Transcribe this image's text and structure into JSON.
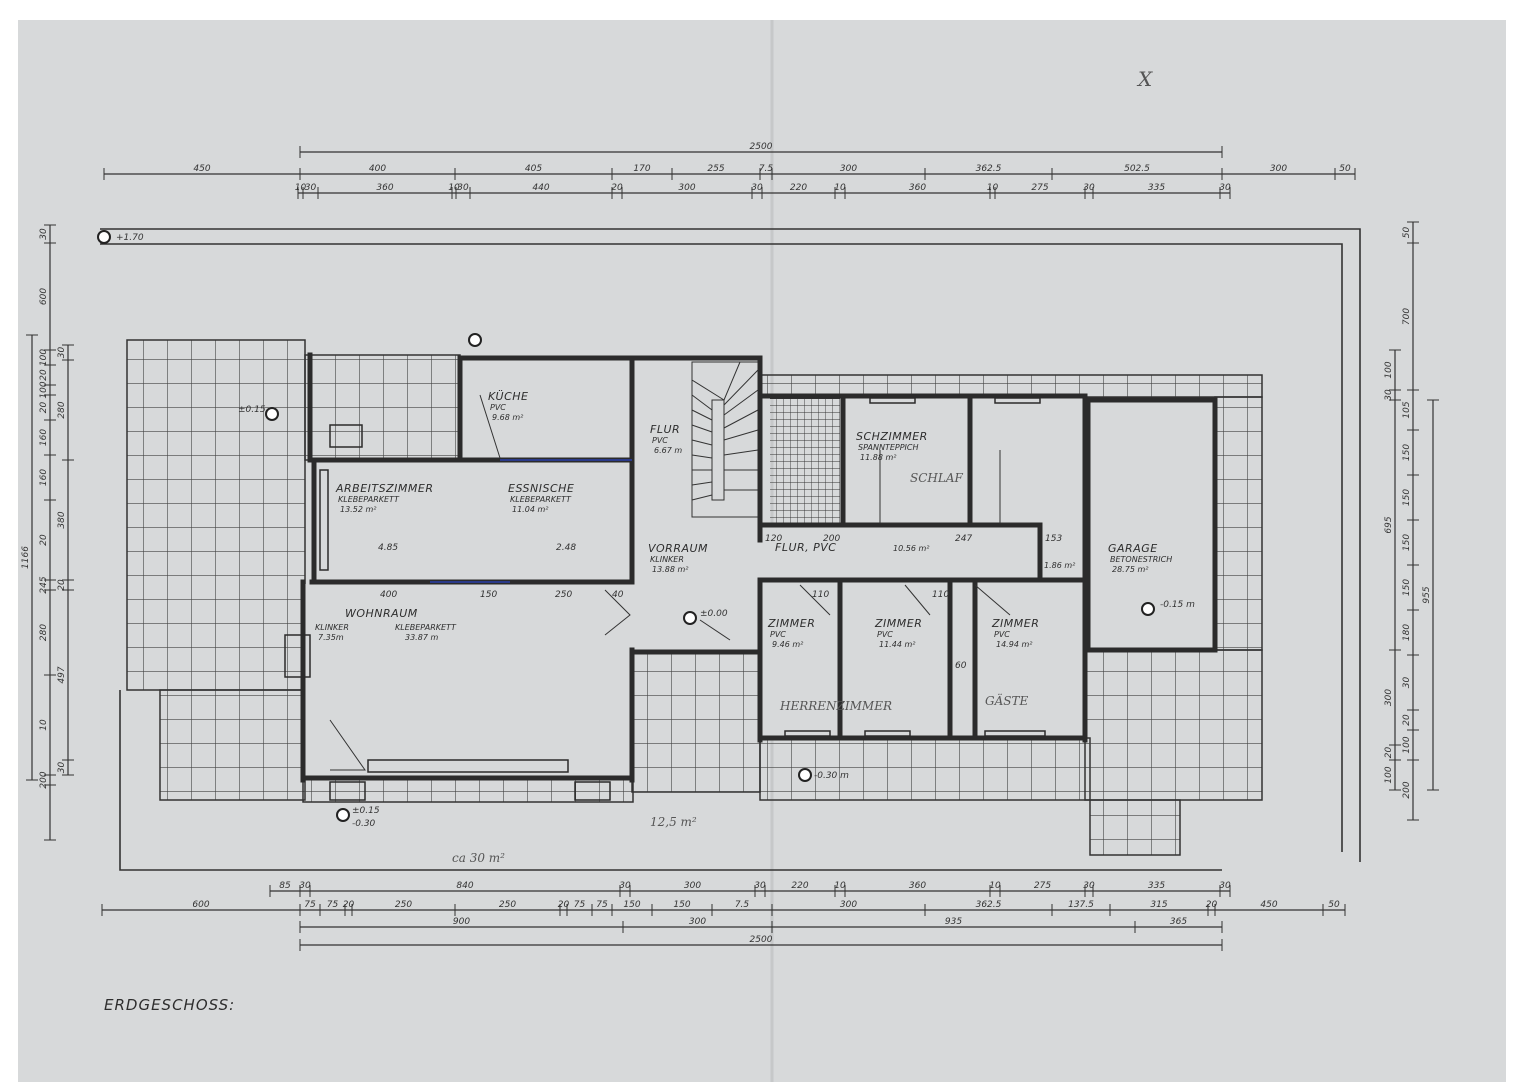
{
  "title": "ERDGESCHOSS:",
  "corner_mark": "X",
  "rooms": [
    {
      "id": "kueche",
      "name": "KÜCHE",
      "floor": "PVC",
      "area": "9.68 m²"
    },
    {
      "id": "flur-nord",
      "name": "FLUR",
      "floor": "PVC",
      "area": "6.67 m"
    },
    {
      "id": "arbeitszimmer",
      "name": "ARBEITSZIMMER",
      "floor": "KLEBEPARKETT",
      "area": "13.52 m²"
    },
    {
      "id": "essnische",
      "name": "ESSNISCHE",
      "floor": "KLEBEPARKETT",
      "area": "11.04 m²"
    },
    {
      "id": "vorraum",
      "name": "VORRAUM",
      "floor": "KLINKER",
      "area": "13.88 m²"
    },
    {
      "id": "wohnraum",
      "name": "WOHNRAUM",
      "floor": "KLEBEPARKETT",
      "area": "33.87 m",
      "floor2": "KLINKER",
      "area2": "7.35m"
    },
    {
      "id": "schzimmer",
      "name": "SCHZIMMER",
      "floor": "SPANNTEPPICH",
      "area": "11.88 m²"
    },
    {
      "id": "flur",
      "name": "FLUR, PVC",
      "floor": "",
      "area": "10.56 m²"
    },
    {
      "id": "abstell",
      "name": "",
      "floor": "",
      "area": "1.86 m²"
    },
    {
      "id": "garage",
      "name": "GARAGE",
      "floor": "BETONESTRICH",
      "area": "28.75 m²"
    },
    {
      "id": "zimmer-1",
      "name": "ZIMMER",
      "floor": "PVC",
      "area": "9.46 m²"
    },
    {
      "id": "zimmer-2",
      "name": "ZIMMER",
      "floor": "PVC",
      "area": "11.44 m²"
    },
    {
      "id": "zimmer-3",
      "name": "ZIMMER",
      "floor": "PVC",
      "area": "14.94 m²"
    }
  ],
  "handwritten_notes": [
    "SCHLAF",
    "HERRENZIMMER",
    "GÄSTE",
    "12,5 m²",
    "ca 30 m²"
  ],
  "levels": [
    "+1.70",
    "±0.15",
    "±0.15",
    "-0.30",
    "-0.15 m",
    "-0.30 m",
    "±0.00"
  ],
  "inner_dims": [
    "4.85",
    "2.48",
    "400",
    "150",
    "250",
    "40",
    "120",
    "200",
    "247",
    "153",
    "110",
    "110",
    "60"
  ],
  "dimensions": {
    "top_total": "2500",
    "top_row1": [
      "450",
      "400",
      "405",
      "170",
      "255",
      "7.5",
      "300",
      "362.5",
      "502.5",
      "300",
      "50"
    ],
    "top_row2": [
      "10",
      "30",
      "360",
      "10",
      "30",
      "440",
      "20",
      "300",
      "30",
      "220",
      "10",
      "360",
      "10",
      "275",
      "30",
      "335",
      "30"
    ],
    "bottom_row1": [
      "85",
      "30",
      "840",
      "30",
      "300",
      "30",
      "220",
      "10",
      "360",
      "10",
      "275",
      "30",
      "335",
      "30"
    ],
    "bottom_row2": [
      "600",
      "75",
      "75",
      "20",
      "250",
      "250",
      "20",
      "75",
      "75",
      "150",
      "150",
      "7.5",
      "300",
      "362.5",
      "137.5",
      "315",
      "20",
      "450",
      "50"
    ],
    "bottom_row3": [
      "900",
      "300",
      "935",
      "365"
    ],
    "bottom_total": "2500",
    "left_outer": [
      "30",
      "600",
      "100",
      "20",
      "100",
      "20",
      "160",
      "160",
      "20",
      "245",
      "280",
      "10",
      "200"
    ],
    "left_inner": [
      "30",
      "280",
      "380",
      "20",
      "497",
      "30"
    ],
    "left_total": "1166",
    "right_outer": [
      "50",
      "700",
      "105",
      "150",
      "150",
      "150",
      "150",
      "180",
      "30",
      "20",
      "100",
      "200"
    ],
    "right_inner": [
      "100",
      "30",
      "695",
      "300",
      "20",
      "100"
    ],
    "right_total": "955"
  }
}
